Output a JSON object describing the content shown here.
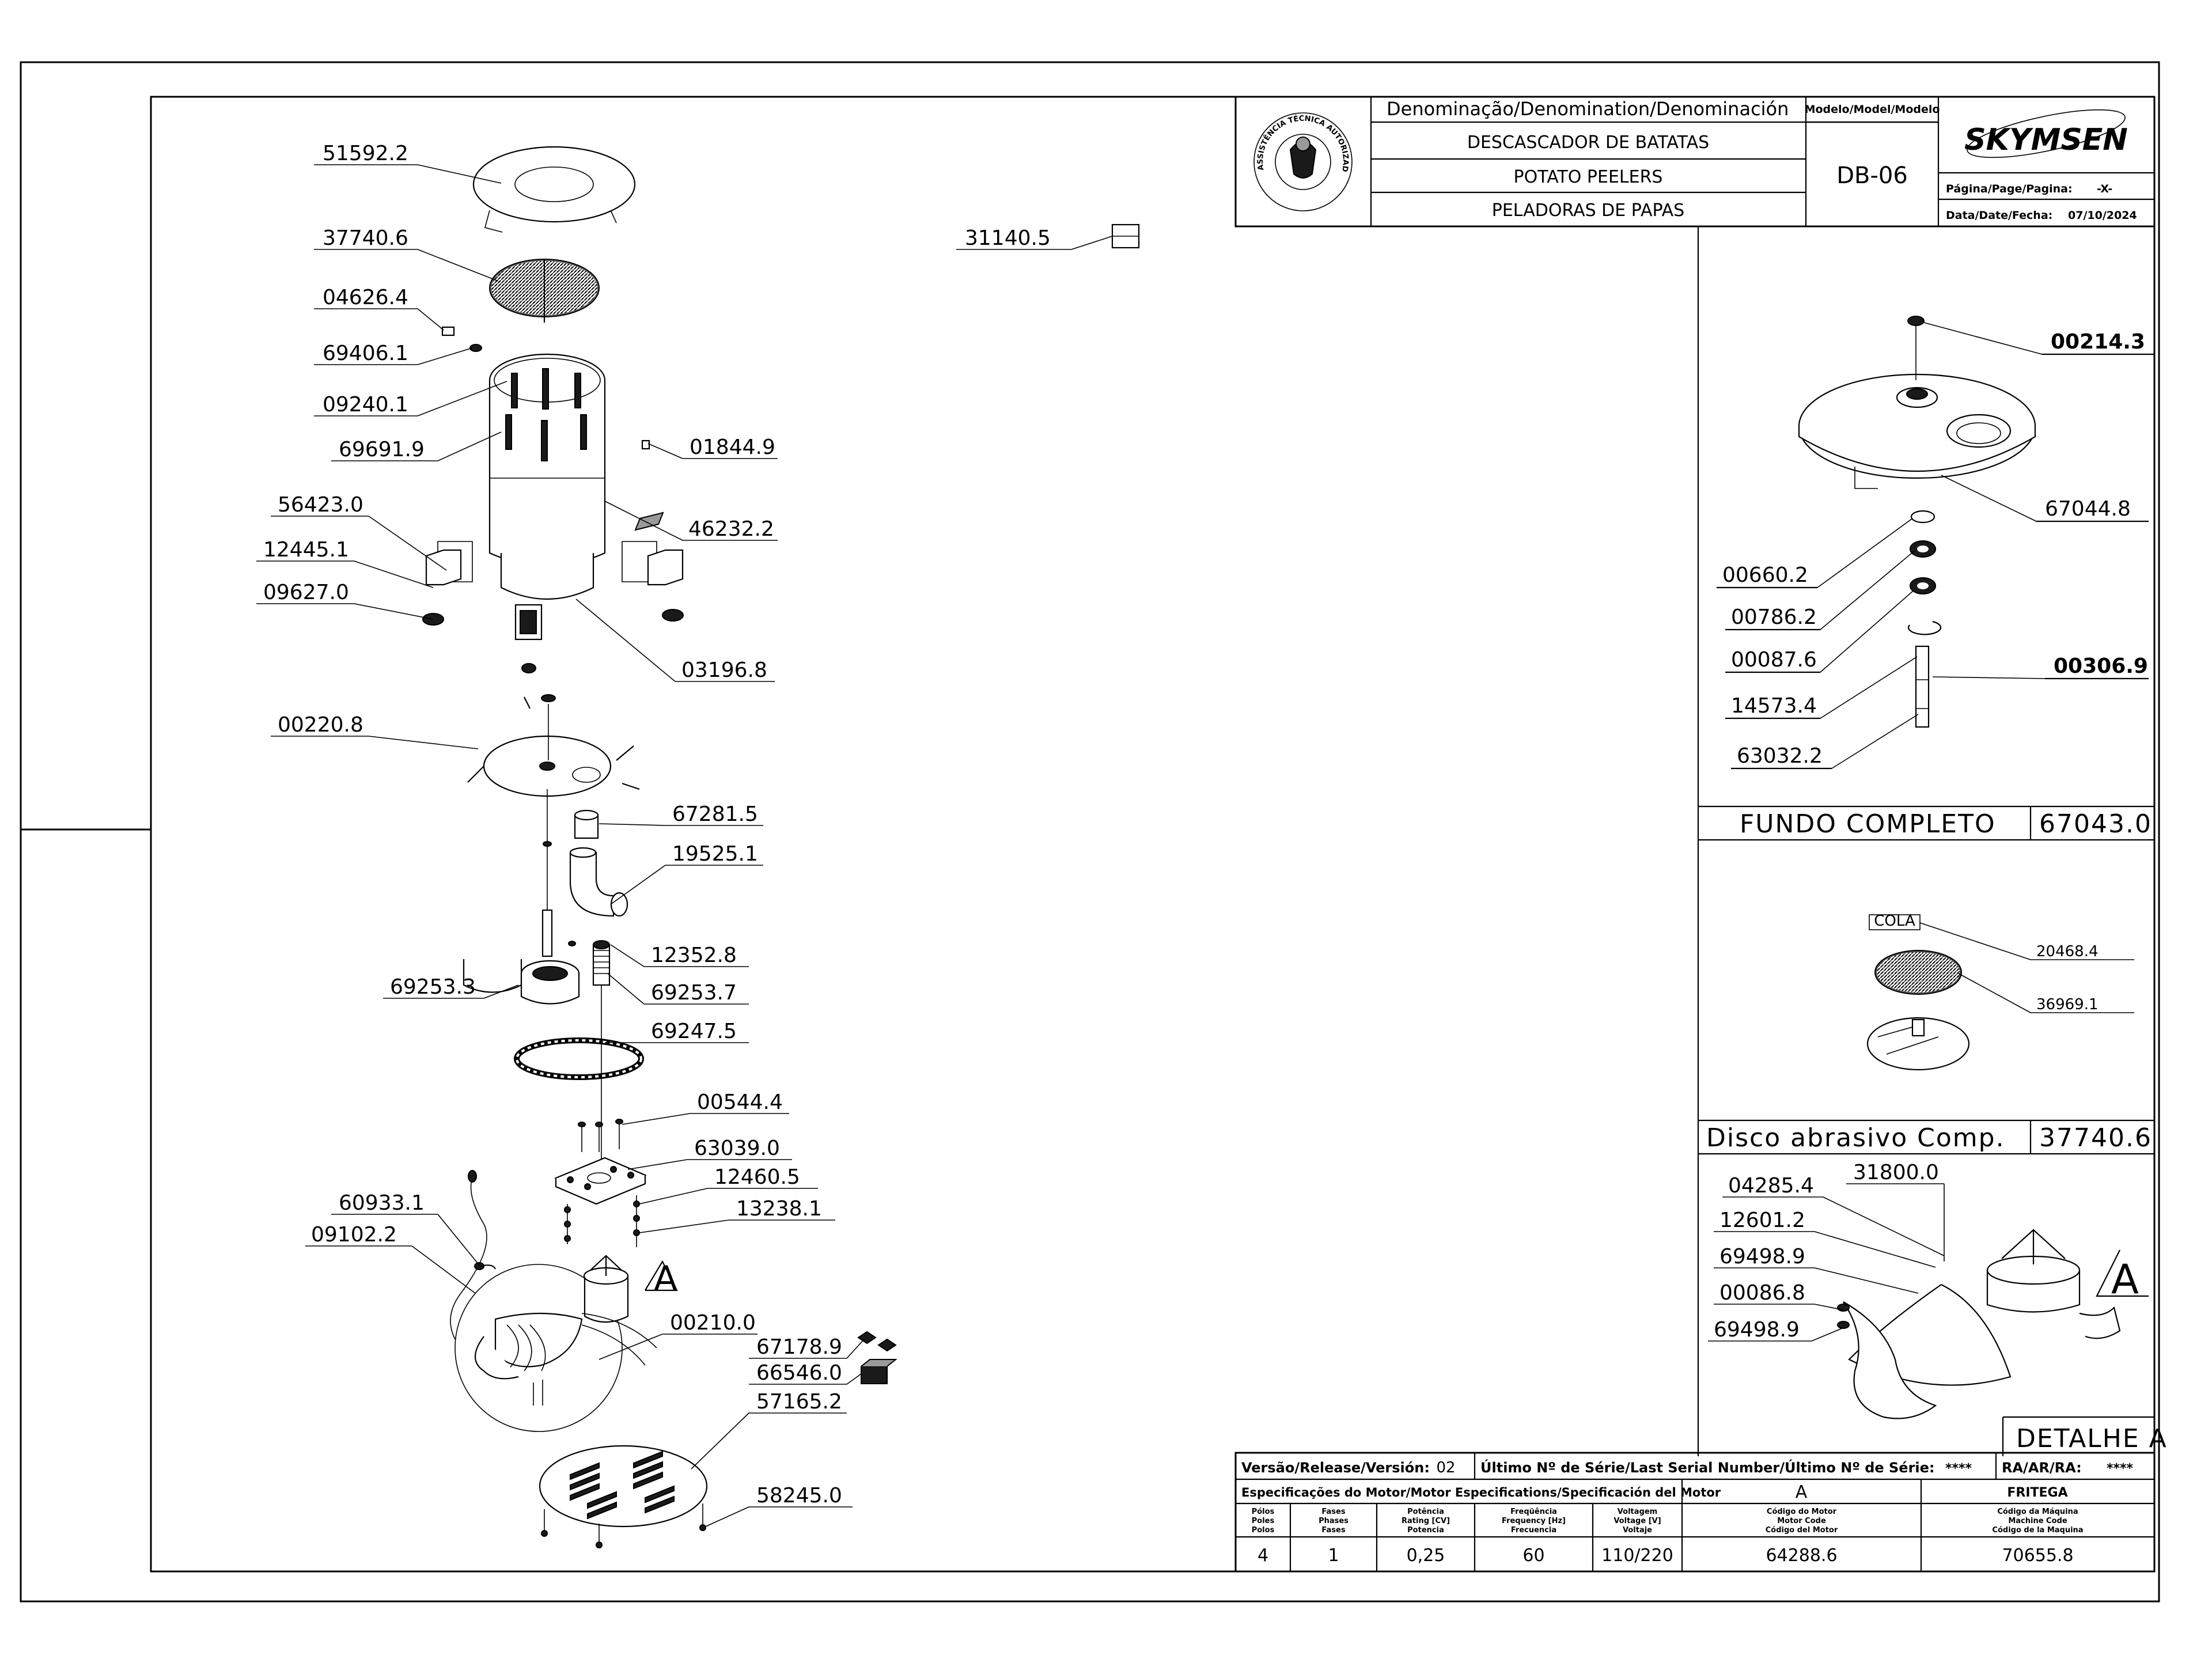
{
  "title_block": {
    "denomination_header": "Denominação/Denomination/Denominación",
    "name_pt": "DESCASCADOR DE BATATAS",
    "name_en": "POTATO PEELERS",
    "name_es": "PELADORAS DE PAPAS",
    "model_header": "Modelo/Model/Modelo",
    "model": "DB-06",
    "brand": "SKYMSEN",
    "page_label": "Página/Page/Pagina:",
    "page_value": "-X-",
    "date_label": "Data/Date/Fecha:",
    "date_value": "07/10/2024",
    "seal_text": "ASSISTÊNCIA TÉCNICA AUTORIZADA"
  },
  "main_callouts": [
    "51592.2",
    "37740.6",
    "04626.4",
    "69406.1",
    "09240.1",
    "69691.9",
    "01844.9",
    "56423.0",
    "46232.2",
    "12445.1",
    "09627.0",
    "03196.8",
    "31140.5",
    "00220.8",
    "67281.5",
    "19525.1",
    "12352.8",
    "69253.3",
    "69253.7",
    "69247.5",
    "00544.4",
    "63039.0",
    "12460.5",
    "13238.1",
    "60933.1",
    "09102.2",
    "A",
    "00210.0",
    "67178.9",
    "66546.0",
    "57165.2",
    "58245.0"
  ],
  "detail_fundo": {
    "callouts": [
      "00214.3",
      "67044.8",
      "00660.2",
      "00786.2",
      "00087.6",
      "00306.9",
      "14573.4",
      "63032.2"
    ],
    "caption": "FUNDO COMPLETO",
    "code": "67043.0"
  },
  "detail_disco": {
    "tag": "COLA",
    "callouts": [
      "20468.4",
      "36969.1"
    ],
    "caption": "Disco abrasivo Comp.",
    "code": "37740.6"
  },
  "detail_a": {
    "callouts": [
      "04285.4",
      "31800.0",
      "12601.2",
      "69498.9",
      "00086.8",
      "69498.9"
    ],
    "letter": "A",
    "caption": "DETALHE A"
  },
  "bottom_table": {
    "version_label": "Versão/Release/Versión:",
    "version_value": "02",
    "serial_label": "Último Nº de Série/Last Serial Number/Último Nº de Série:",
    "serial_value": "****",
    "ra_label": "RA/AR/RA:",
    "ra_value": "****",
    "motor_spec_label": "Especificações do Motor/Motor Especifications/Specificación del Motor",
    "motor_letter": "A",
    "machine_brand": "FRITEGA",
    "headers": [
      [
        "Pólos",
        "Poles",
        "Polos"
      ],
      [
        "Fases",
        "Phases",
        "Fases"
      ],
      [
        "Potência",
        "Rating [CV]",
        "Potencia"
      ],
      [
        "Freqüência",
        "Frequency [Hz]",
        "Frecuencia"
      ],
      [
        "Voltagem",
        "Voltage [V]",
        "Voltaje"
      ],
      [
        "Código do Motor",
        "Motor Code",
        "Código del Motor"
      ],
      [
        "Código da Máquina",
        "Machine Code",
        "Código de la Maquina"
      ]
    ],
    "values": [
      "4",
      "1",
      "0,25",
      "60",
      "110/220",
      "64288.6",
      "70655.8"
    ]
  }
}
